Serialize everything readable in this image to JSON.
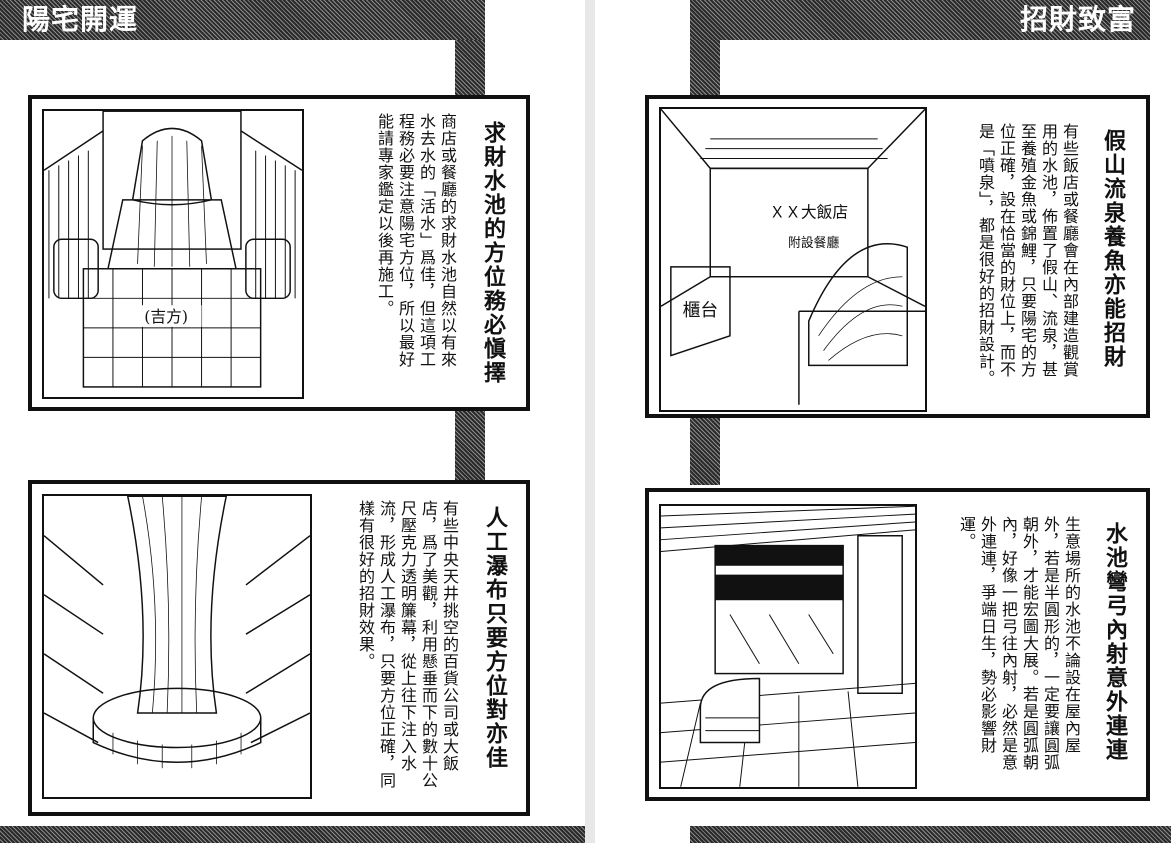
{
  "left_page": {
    "header": "陽宅開運",
    "panels": [
      {
        "title": "求財水池的方位務必愼擇",
        "body": "商店或餐廳的求財水池自然以有來水去水的「活水」爲佳，但這項工程務必要注意陽宅方位，所以最好能請專家鑑定以後再施工。",
        "illustration_label": "(吉方)"
      },
      {
        "title": "人工瀑布只要方位對亦佳",
        "body": "有些中央天井挑空的百貨公司或大飯店，爲了美觀，利用懸垂而下的數十公尺壓克力透明簾幕，從上往下注入水流，形成人工瀑布，只要方位正確，同樣有很好的招財效果。"
      }
    ]
  },
  "right_page": {
    "header": "招財致富",
    "panels": [
      {
        "title": "假山流泉養魚亦能招財",
        "body": "有些飯店或餐廳會在內部建造觀賞用的水池，佈置了假山、流泉，甚至養殖金魚或錦鯉，只要陽宅的方位正確，設在恰當的財位上，而不是「噴泉」，都是很好的招財設計。",
        "illustration_labels": [
          "ＸＸ大飯店",
          "附設餐廳",
          "櫃台"
        ]
      },
      {
        "title": "水池彎弓內射意外連連",
        "body": "生意場所的水池不論設在屋內屋外，若是半圓形的，一定要讓圓弧朝外，才能宏圖大展。若是圓弧朝內，好像一把弓往內射，必然是意外連連，爭端日生，勢必影響財運。"
      }
    ]
  }
}
